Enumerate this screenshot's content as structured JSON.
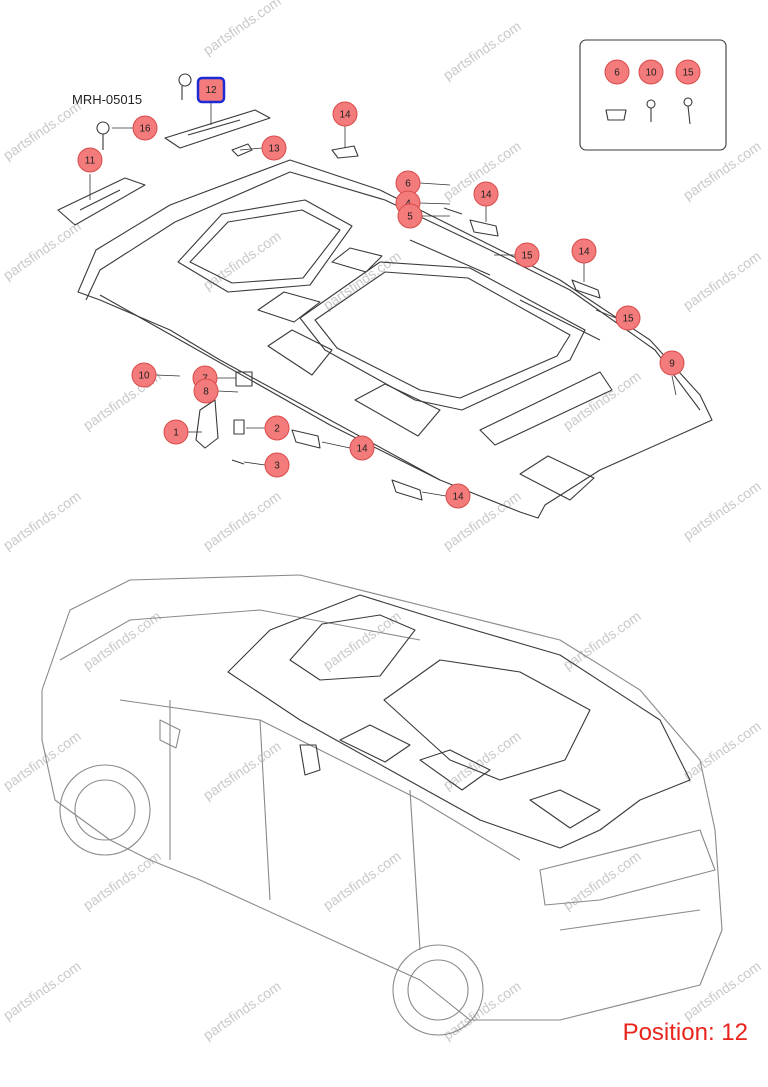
{
  "diagram": {
    "code": "MRH-05015",
    "position_label": "Position: 12",
    "highlighted": "12",
    "colors": {
      "callout_fill": "#f47b7b",
      "callout_stroke": "#d94b4b",
      "highlight": "#1d2bd6",
      "position_text": "#e8241c",
      "line_art": "#3a3a3a"
    },
    "watermark": "partsfinds.com",
    "inset_callouts": [
      "6",
      "10",
      "15"
    ],
    "callouts": [
      "12",
      "16",
      "11",
      "13",
      "14",
      "6",
      "4",
      "5",
      "14",
      "15",
      "14",
      "15",
      "9",
      "10",
      "7",
      "8",
      "1",
      "2",
      "14",
      "3",
      "14"
    ]
  }
}
